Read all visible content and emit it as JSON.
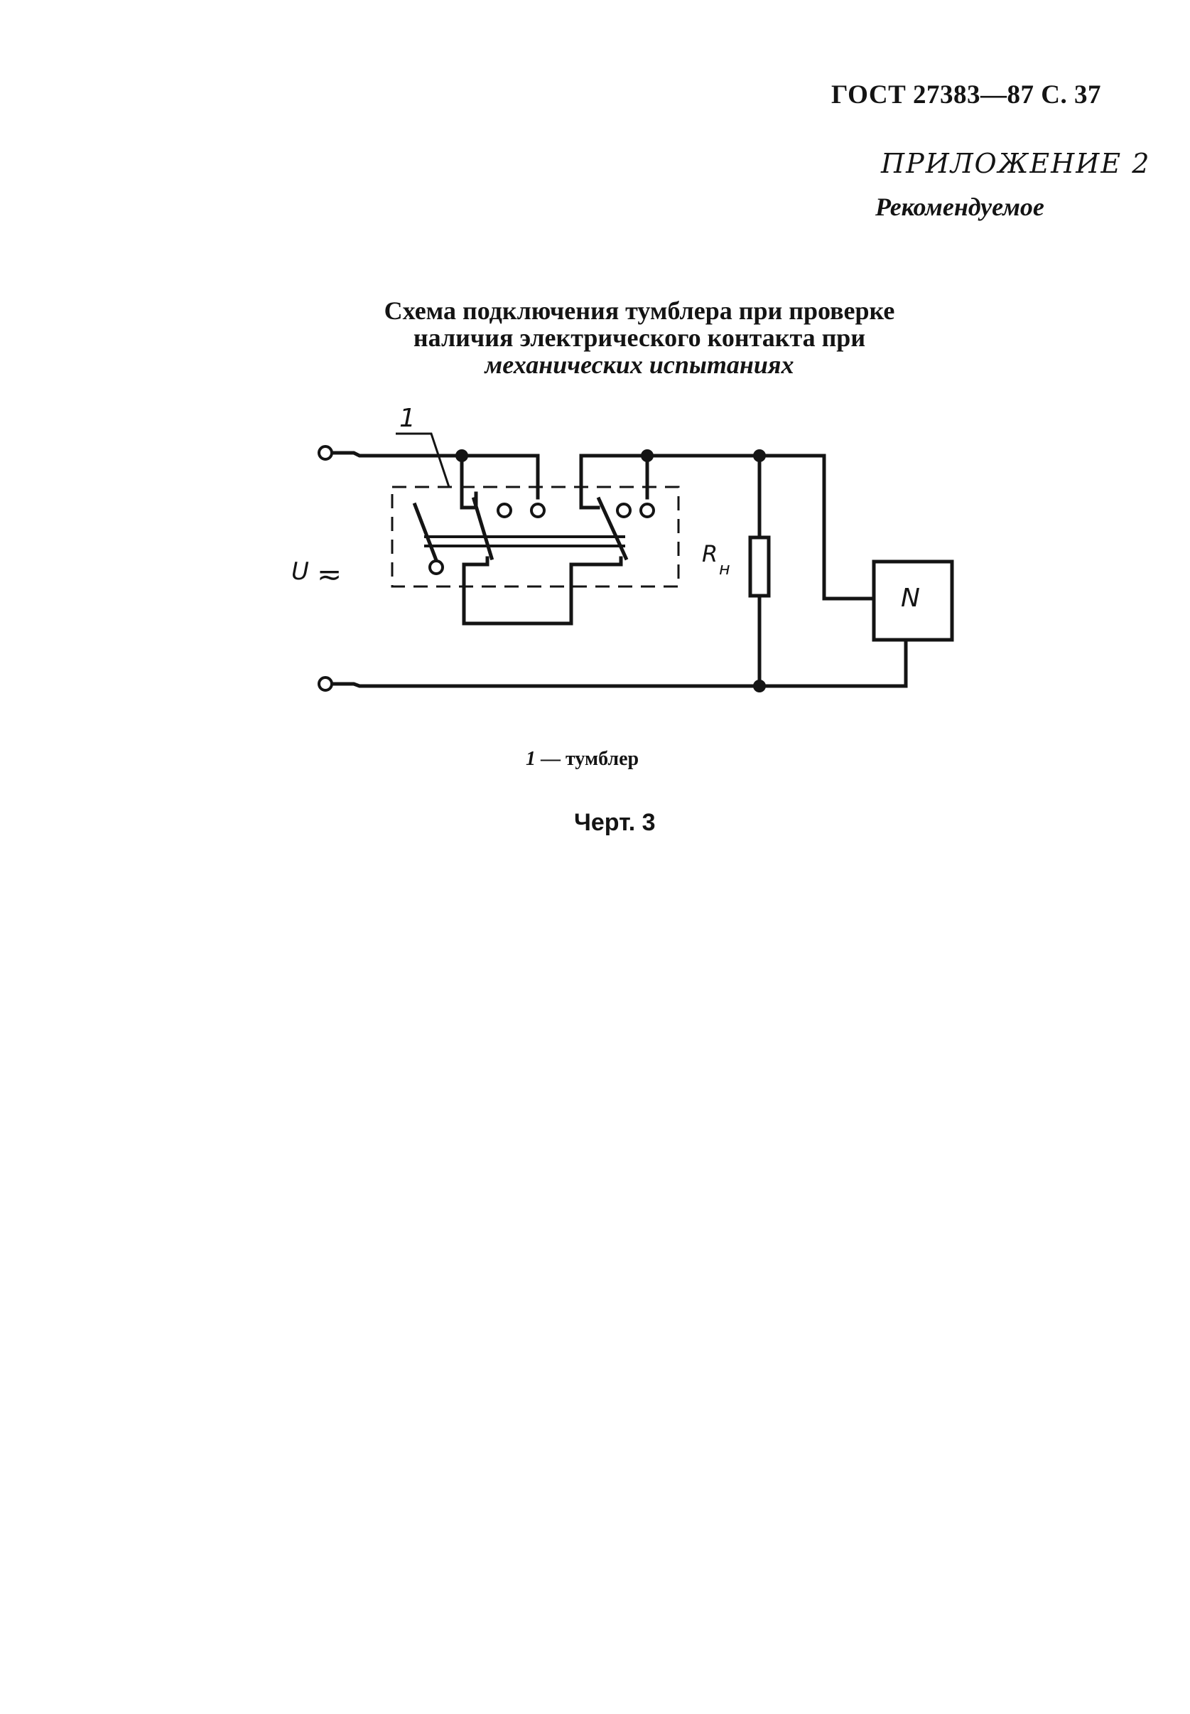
{
  "header": {
    "standard": "ГОСТ 27383—87 С. 37"
  },
  "appendix": {
    "title": "ПРИЛОЖЕНИЕ 2",
    "subtitle": "Рекомендуемое"
  },
  "caption": {
    "line1": "Схема подключения тумблера при проверке",
    "line2": "наличия электрического контакта при",
    "line3": "механических испытаниях"
  },
  "schematic": {
    "callout_label": "1",
    "voltage_label": "U",
    "voltage_symbol": "≂",
    "resistor_label": "R",
    "resistor_subscript": "н",
    "device_label": "N"
  },
  "legend": {
    "number": "1",
    "text": " — тумблер"
  },
  "figure": {
    "label": "Черт. 3"
  }
}
